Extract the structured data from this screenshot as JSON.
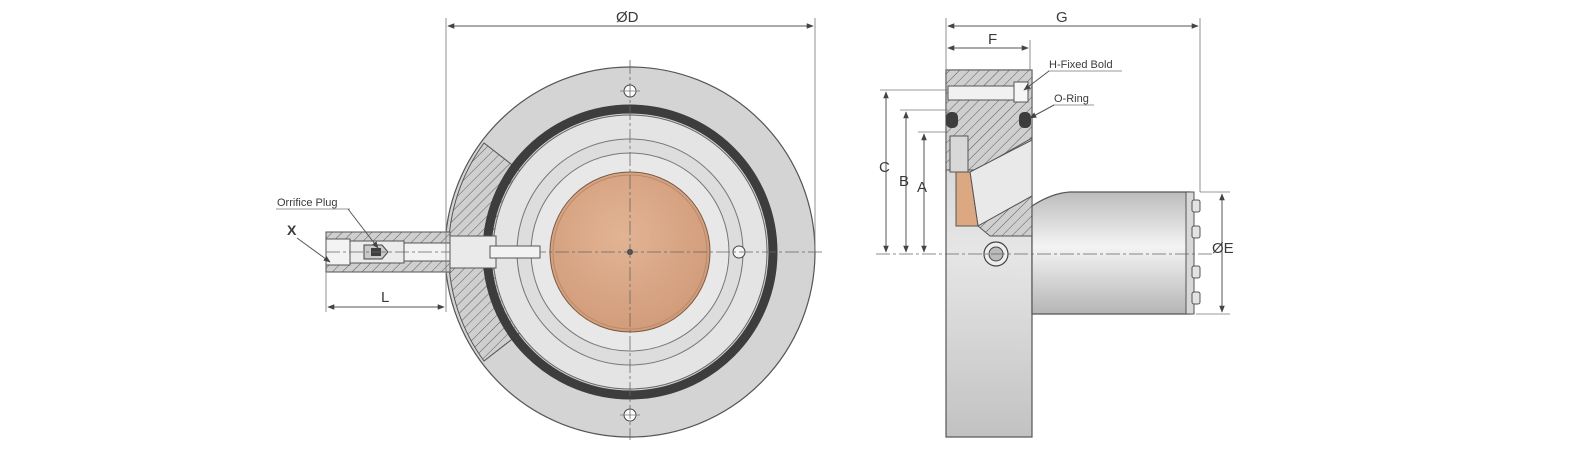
{
  "dimensions": {
    "D": "ØD",
    "G": "G",
    "F": "F",
    "C": "C",
    "B": "B",
    "A": "A",
    "E": "ØE",
    "L": "L"
  },
  "callouts": {
    "orifice_plug": "Orrifice Plug",
    "x_marker": "X",
    "fixed_bolt": "H-Fixed Bold",
    "o_ring": "O-Ring"
  },
  "colors": {
    "body": "#d4d4d4",
    "ring": "#e4e4e4",
    "hatch_bg": "#c8c8c8",
    "orifice": "#dcab8a",
    "oring": "#3d3d3d",
    "cylinder_mid": "#f2f2f2",
    "cylinder_edge": "#bdbdbd"
  }
}
